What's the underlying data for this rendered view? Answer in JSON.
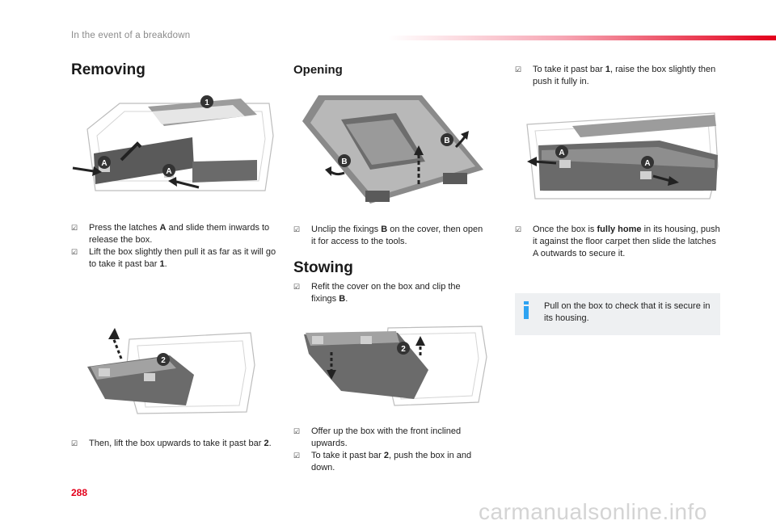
{
  "header": {
    "section_title": "In the event of a breakdown"
  },
  "page_number": "288",
  "watermark": "carmanualsonline.info",
  "removing": {
    "heading": "Removing",
    "steps_a": [
      {
        "pre": "Press the latches ",
        "bold": "A",
        "post": " and slide them inwards to release the box."
      },
      {
        "pre": "Lift the box slightly then pull it as far as it will go to take it past bar ",
        "bold": "1",
        "post": "."
      }
    ],
    "steps_b": [
      {
        "pre": "Then, lift the box upwards to take it past bar ",
        "bold": "2",
        "post": "."
      }
    ]
  },
  "opening": {
    "heading": "Opening",
    "steps": [
      {
        "pre": "Unclip the fixings ",
        "bold": "B",
        "post": " on the cover, then open it for access to the tools."
      }
    ]
  },
  "stowing": {
    "heading": "Stowing",
    "steps_a": [
      {
        "pre": "Refit the cover on the box and clip the fixings ",
        "bold": "B",
        "post": "."
      }
    ],
    "steps_b": [
      {
        "pre": "Offer up the box with the front inclined upwards.",
        "bold": "",
        "post": ""
      },
      {
        "pre": "To take it past bar ",
        "bold": "2",
        "post": ", push the box in and down."
      }
    ]
  },
  "right_col": {
    "steps_a": [
      {
        "pre": "To take it past bar ",
        "bold": "1",
        "post": ", raise the box slightly then push it fully in."
      }
    ],
    "steps_b": [
      {
        "pre": "Once the box is ",
        "bold": "fully home",
        "post": " in its housing, push it against the floor carpet then slide the latches A outwards to secure it."
      }
    ],
    "info_note": "Pull on the box to check that it is secure in its housing."
  },
  "markers": {
    "a": "A",
    "b": "B",
    "one": "1",
    "two": "2"
  },
  "colors": {
    "accent": "#e3001b",
    "info": "#2ea3f2",
    "info_bg": "#eef0f2"
  },
  "icons": {
    "bullet": "checkbox-bullet-icon",
    "info": "info-icon"
  }
}
